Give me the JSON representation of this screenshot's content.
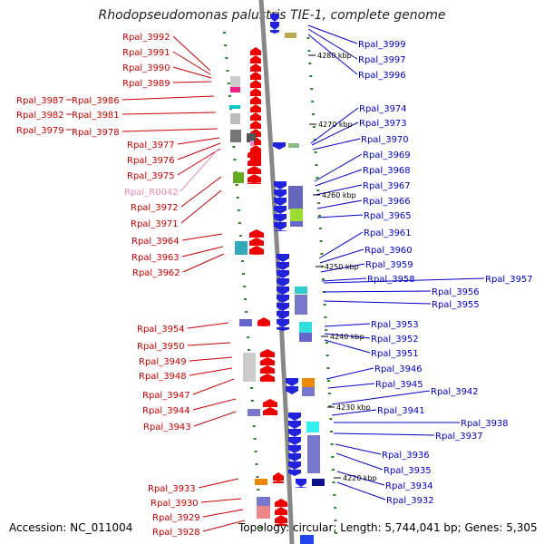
{
  "title": "Rhodopseudomonas palustris TIE-1, complete genome",
  "accession": "Accession: NC_011004",
  "topology": "Topology: circular; Length: 5,744,041 bp; Genes: 5,305",
  "colors": {
    "left_label": "#cc0000",
    "left_rna_label": "#ee88bb",
    "right_label": "#0000cc",
    "backbone": "#888888",
    "tick": "#228822"
  },
  "kbp_marks": [
    "4280 kbp",
    "4270 kbp",
    "4260 kbp",
    "4250 kbp",
    "4240 kbp",
    "4230 kbp",
    "4220 kbp"
  ],
  "left_labels": [
    "Rpal_3992",
    "Rpal_3991",
    "Rpal_3990",
    "Rpal_3989",
    "Rpal_3987",
    "Rpal_3986",
    "Rpal_3982",
    "Rpal_3981",
    "Rpal_3979",
    "Rpal_3978",
    "Rpal_3977",
    "Rpal_3976",
    "Rpal_3975",
    "Rpal_R0042",
    "Rpal_3972",
    "Rpal_3971",
    "Rpal_3964",
    "Rpal_3963",
    "Rpal_3962",
    "Rpal_3954",
    "Rpal_3950",
    "Rpal_3949",
    "Rpal_3948",
    "Rpal_3947",
    "Rpal_3944",
    "Rpal_3943",
    "Rpal_3933",
    "Rpal_3930",
    "Rpal_3929",
    "Rpal_3928"
  ],
  "right_labels": [
    "Rpal_3999",
    "Rpal_3997",
    "Rpal_3996",
    "Rpal_3974",
    "Rpal_3973",
    "Rpal_3970",
    "Rpal_3969",
    "Rpal_3968",
    "Rpal_3967",
    "Rpal_3966",
    "Rpal_3965",
    "Rpal_3961",
    "Rpal_3960",
    "Rpal_3959",
    "Rpal_3958",
    "Rpal_3957",
    "Rpal_3956",
    "Rpal_3955",
    "Rpal_3953",
    "Rpal_3952",
    "Rpal_3951",
    "Rpal_3946",
    "Rpal_3945",
    "Rpal_3942",
    "Rpal_3941",
    "Rpal_3938",
    "Rpal_3937",
    "Rpal_3936",
    "Rpal_3935",
    "Rpal_3934",
    "Rpal_3932"
  ]
}
